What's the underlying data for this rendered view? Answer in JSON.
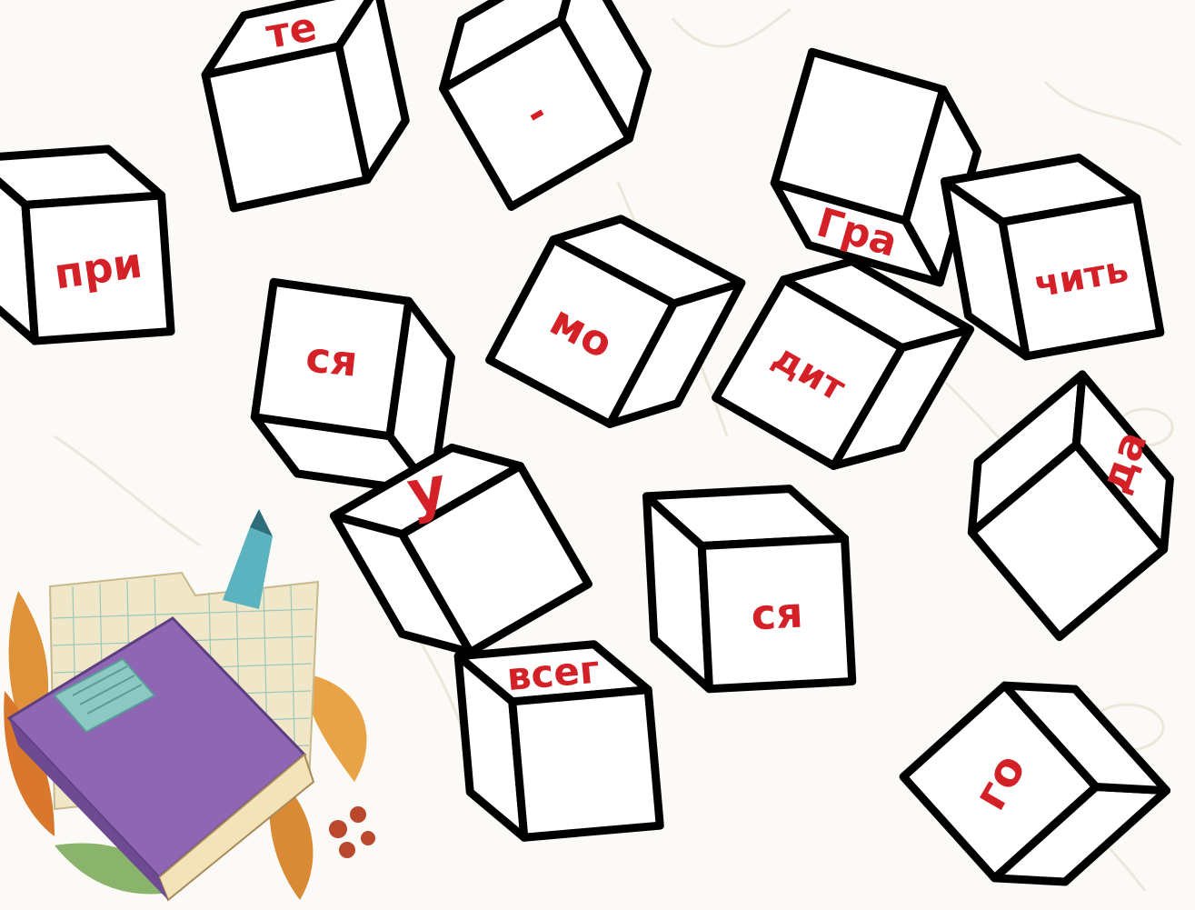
{
  "cubes": [
    {
      "id": "cube-pri",
      "text": "при"
    },
    {
      "id": "cube-te",
      "text": "те"
    },
    {
      "id": "cube-dash",
      "text": "-"
    },
    {
      "id": "cube-gra",
      "text": "Гра"
    },
    {
      "id": "cube-chit",
      "text": "чить"
    },
    {
      "id": "cube-sya-1",
      "text": "ся"
    },
    {
      "id": "cube-mo",
      "text": "мо"
    },
    {
      "id": "cube-dit",
      "text": "дит"
    },
    {
      "id": "cube-u",
      "text": "у"
    },
    {
      "id": "cube-sya-2",
      "text": "ся"
    },
    {
      "id": "cube-da",
      "text": "да"
    },
    {
      "id": "cube-vseg",
      "text": "всег"
    },
    {
      "id": "cube-go",
      "text": "го"
    }
  ],
  "colors": {
    "syllable": "#d42027",
    "cube_fill": "#ffffff",
    "cube_stroke": "#000000",
    "background": "#fbfaf7",
    "book_cover": "#8e66b3",
    "pencil": "#5bb3c0"
  }
}
